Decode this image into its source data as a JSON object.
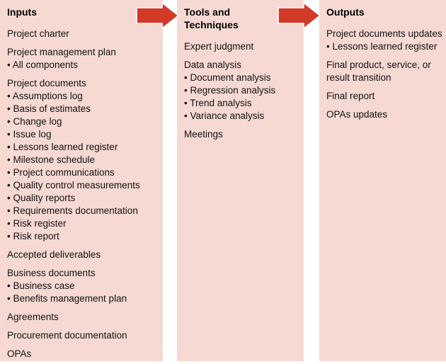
{
  "colors": {
    "panel_bg": "#f6d9d2",
    "arrow_red": "#d23a28",
    "text": "#121212",
    "page_bg": "#ffffff"
  },
  "diagram": {
    "bullet_char": "•",
    "arrows": [
      {
        "name": "inputs-to-tools",
        "direction": "right"
      },
      {
        "name": "tools-to-outputs",
        "direction": "right"
      }
    ],
    "columns": [
      {
        "id": "inputs",
        "header": "Inputs",
        "groups": [
          {
            "main": "Project charter",
            "subs": []
          },
          {
            "main": "Project management plan",
            "subs": [
              "All components"
            ]
          },
          {
            "main": "Project documents",
            "subs": [
              "Assumptions log",
              "Basis of estimates",
              "Change log",
              "Issue log",
              "Lessons learned register",
              "Milestone schedule",
              "Project communications",
              "Quality control measurements",
              "Quality reports",
              "Requirements documentation",
              "Risk register",
              "Risk report"
            ]
          },
          {
            "main": "Accepted deliverables",
            "subs": []
          },
          {
            "main": "Business documents",
            "subs": [
              "Business case",
              "Benefits management plan"
            ]
          },
          {
            "main": "Agreements",
            "subs": []
          },
          {
            "main": "Procurement documentation",
            "subs": []
          },
          {
            "main": "OPAs",
            "subs": []
          }
        ]
      },
      {
        "id": "tools-and-techniques",
        "header": "Tools and Techniques",
        "groups": [
          {
            "main": "Expert judgment",
            "subs": []
          },
          {
            "main": "Data analysis",
            "subs": [
              "Document analysis",
              "Regression analysis",
              "Trend analysis",
              "Variance analysis"
            ]
          },
          {
            "main": "Meetings",
            "subs": []
          }
        ]
      },
      {
        "id": "outputs",
        "header": "Outputs",
        "groups": [
          {
            "main": "Project documents updates",
            "subs": [
              "Lessons learned register"
            ]
          },
          {
            "main": "Final product, service, or result transition",
            "subs": []
          },
          {
            "main": "Final report",
            "subs": []
          },
          {
            "main": "OPAs updates",
            "subs": []
          }
        ]
      }
    ]
  }
}
